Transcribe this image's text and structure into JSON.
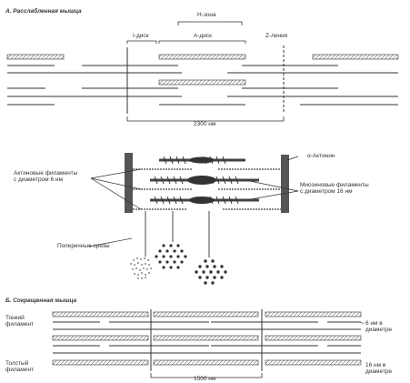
{
  "panel_a": {
    "title": "А. Расслабленная мышца",
    "h_zone": "Н-зона",
    "i_disk": "I-диск",
    "a_disk": "А-диск",
    "z_line": "Z-линия",
    "length": "2300 нм"
  },
  "detail": {
    "alpha_actinin": "α-Актинин",
    "actin_filaments": "Актиновые филаменты\nс диаметром 6 нм",
    "myosin_filaments": "Миозиновые филаменты\nс диаметром 16 нм",
    "cross_sections": "Поперечные срезы"
  },
  "panel_b": {
    "title": "Б. Сокращенная мышца",
    "thin_filament": "Тонкий\nфиламент",
    "thick_filament": "Толстый\nфиламент",
    "thin_diameter": "6 нм в\nдиаметре",
    "thick_diameter": "16 нм в\nдиаметре",
    "length": "1500 нм"
  }
}
